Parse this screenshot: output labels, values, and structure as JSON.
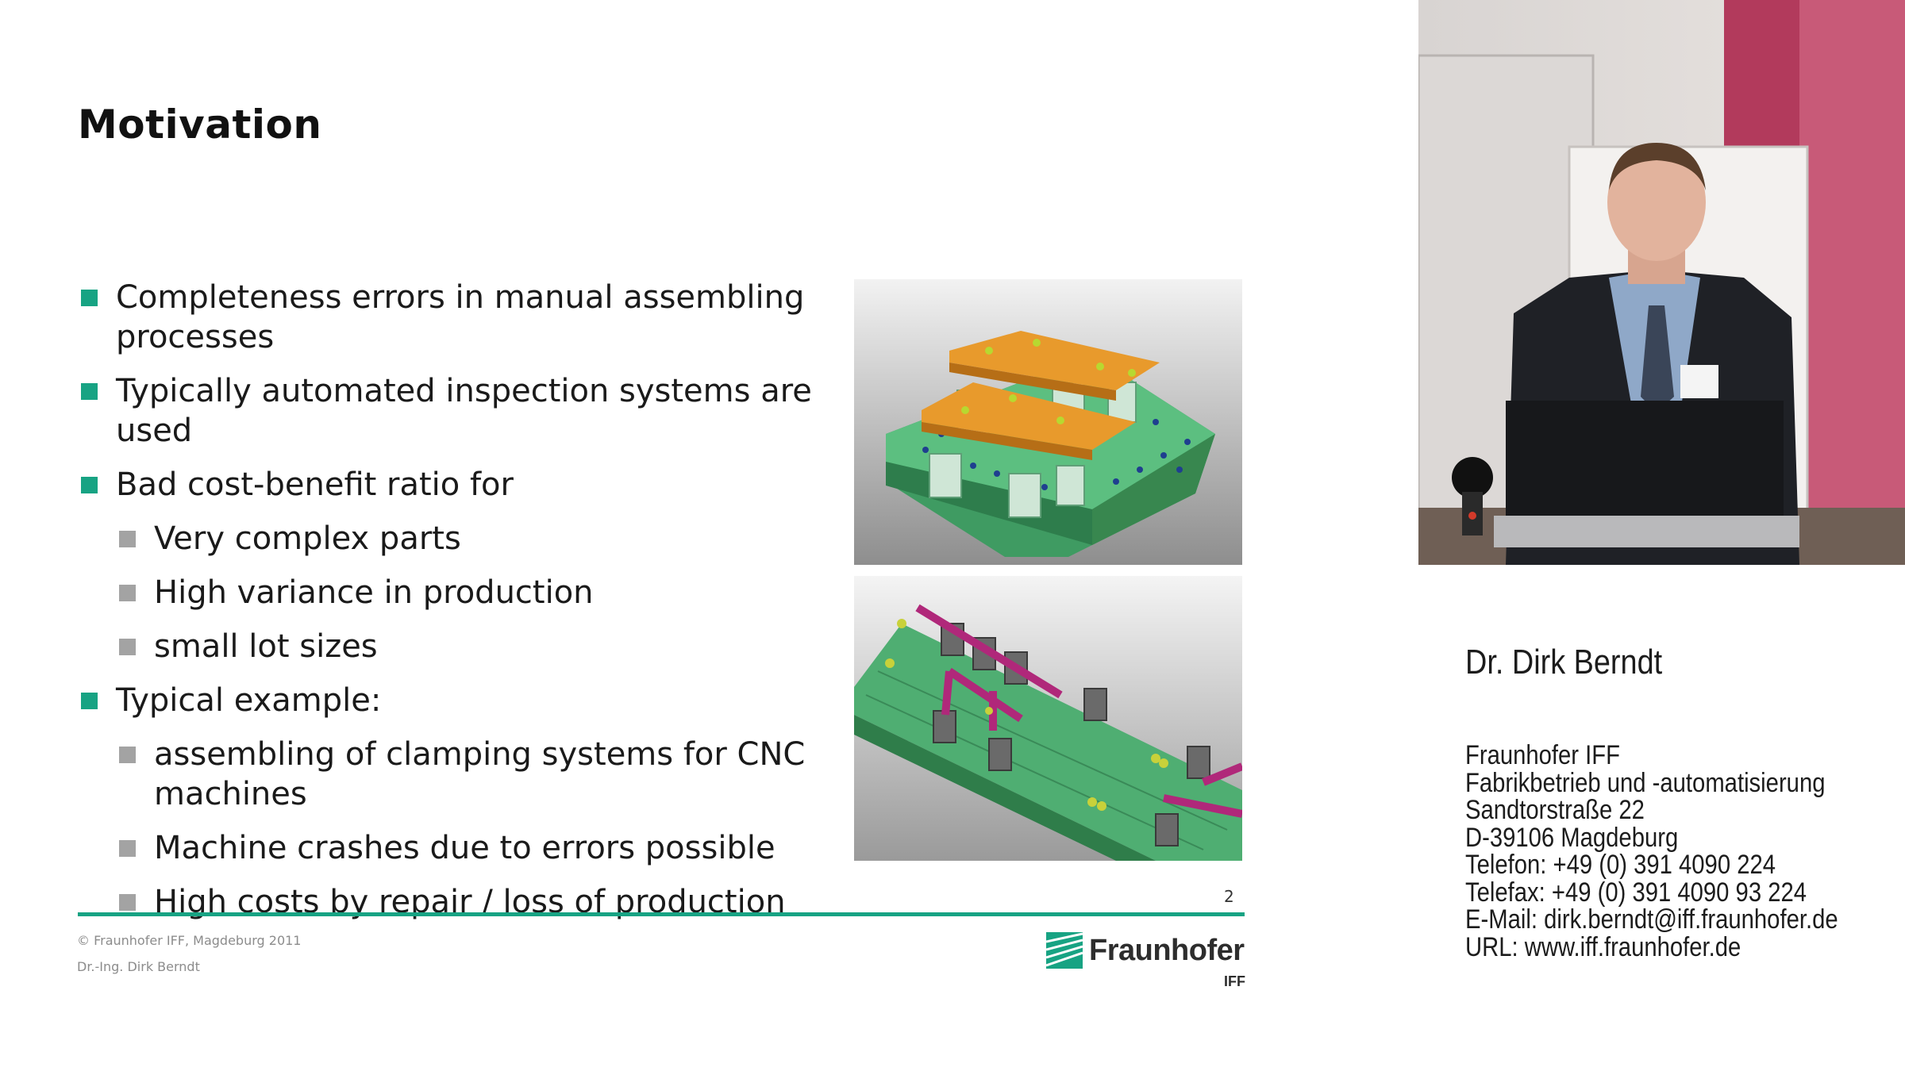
{
  "slide": {
    "title": "Motivation",
    "bullets": [
      {
        "level": 1,
        "text": "Completeness errors in manual assembling processes"
      },
      {
        "level": 1,
        "text": "Typically automated inspection systems are used"
      },
      {
        "level": 1,
        "text": "Bad cost-benefit ratio for"
      },
      {
        "level": 2,
        "text": "Very complex parts"
      },
      {
        "level": 2,
        "text": "High variance in production"
      },
      {
        "level": 2,
        "text": "small lot sizes"
      },
      {
        "level": 1,
        "text": "Typical example:"
      },
      {
        "level": 2,
        "text": "assembling of clamping systems for CNC machines"
      },
      {
        "level": 2,
        "text": "Machine crashes due to errors possible"
      },
      {
        "level": 2,
        "text": "High costs by repair / loss of production"
      }
    ],
    "page_number": "2",
    "copyright": "© Fraunhofer IFF, Magdeburg 2011",
    "author": "Dr.-Ing. Dirk Berndt",
    "logo": {
      "name": "Fraunhofer",
      "sub": "IFF"
    },
    "accent_color": "#17a383",
    "sub_marker_color": "#a3a3a3"
  },
  "speaker": {
    "name": "Dr. Dirk Berndt",
    "contact": [
      "Fraunhofer IFF",
      "Fabrikbetrieb und -automatisierung",
      "Sandtorstraße 22",
      "D-39106 Magdeburg",
      "Telefon: +49 (0) 391 4090 224",
      "Telefax: +49 (0) 391 4090 93 224",
      "E-Mail: dirk.berndt@iff.fraunhofer.de",
      "URL: www.iff.fraunhofer.de"
    ]
  }
}
